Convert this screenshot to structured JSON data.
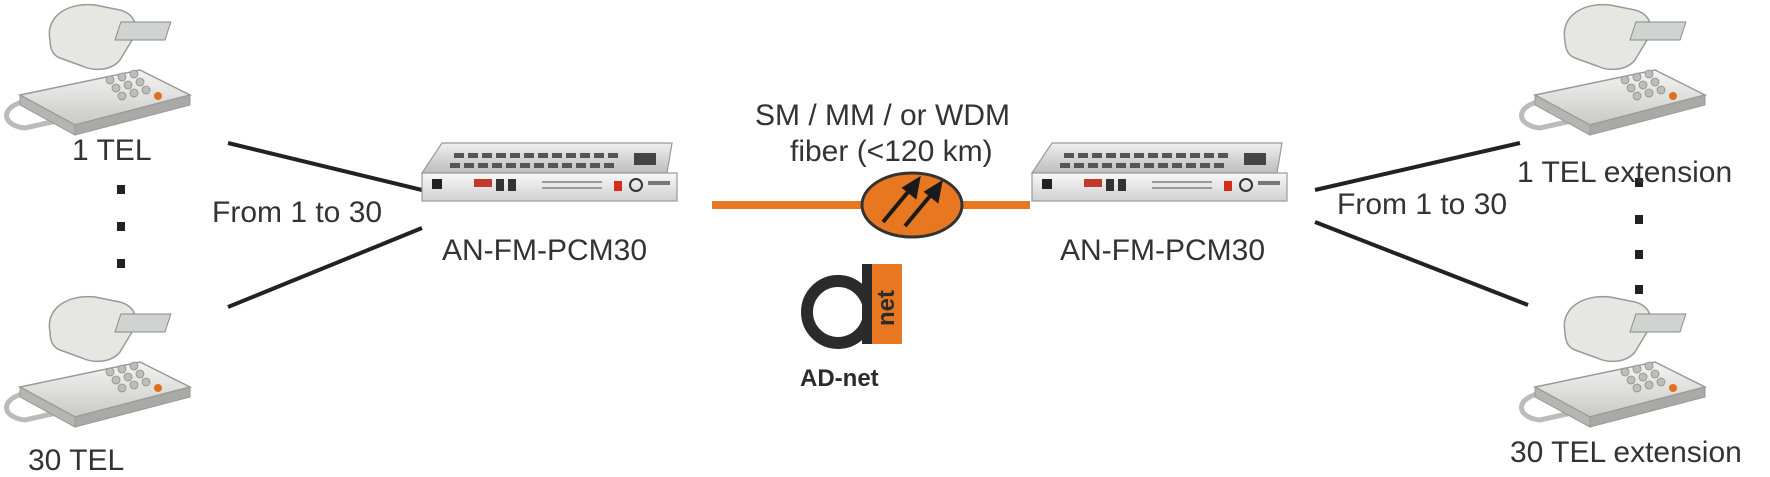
{
  "fiber_label": {
    "line1": "SM / MM / or WDM",
    "line2": "fiber (<120 km)"
  },
  "left": {
    "top_phone_label": "1 TEL",
    "bottom_phone_label": "30 TEL",
    "range_label": "From 1 to 30",
    "device_label": "AN-FM-PCM30"
  },
  "right": {
    "top_phone_label": "1 TEL extension",
    "bottom_phone_label": "30 TEL extension",
    "range_label": "From 1 to 30",
    "device_label": "AN-FM-PCM30"
  },
  "logo": {
    "brand": "AD-net",
    "mark_letters": "net"
  },
  "colors": {
    "fiber": "#e87722",
    "text": "#333333",
    "device": "#d6d6d6",
    "lines": "#222222"
  }
}
